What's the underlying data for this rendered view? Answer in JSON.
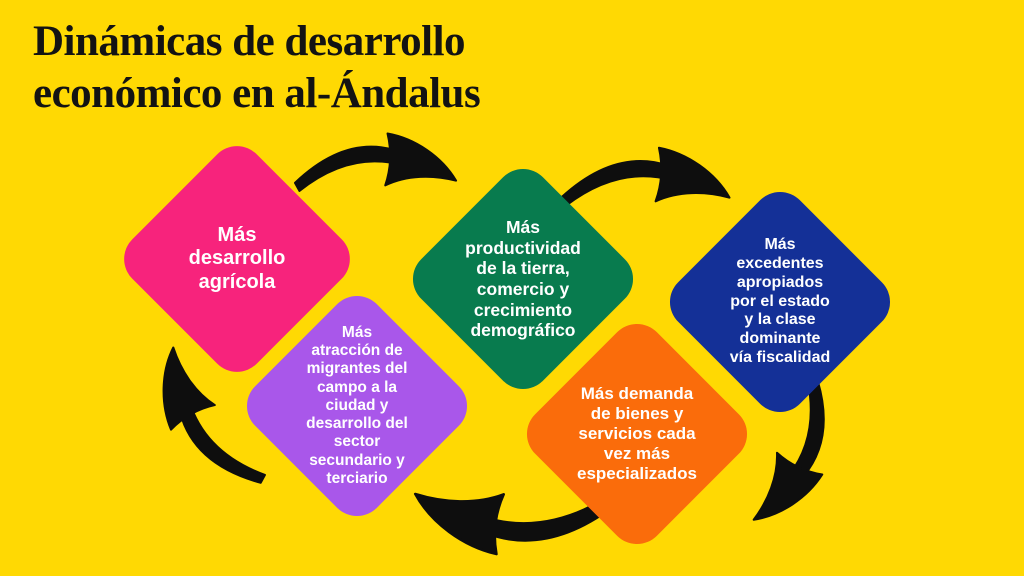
{
  "title": "Dinámicas de desarrollo\neconómico en al-Ándalus",
  "colors": {
    "background": "#FFD903",
    "arrow": "#0E0E0E",
    "title-color": "#131313",
    "node-pink": "#F7237C",
    "node-green": "#087B4E",
    "node-blue": "#143097",
    "node-purple": "#A957EA",
    "node-orange": "#FA6C0B",
    "node-text": "#FFFFFF"
  },
  "nodes": [
    {
      "name": "mas-desarrollo-agricola",
      "label": "Más\ndesarrollo\nagrícola"
    },
    {
      "name": "mas-productividad",
      "label": "Más\nproductividad\nde la tierra,\ncomercio y\ncrecimiento\ndemográfico"
    },
    {
      "name": "mas-excedentes",
      "label": "Más\nexcedentes\napropiados\npor el estado\ny la clase\ndominante\nvía fiscalidad"
    },
    {
      "name": "mas-atraccion-migrantes",
      "label": "Más\natracción de\nmigrantes del\ncampo a la\nciudad y\ndesarrollo del\nsector\nsecundario y\nterciario"
    },
    {
      "name": "mas-demanda",
      "label": "Más demanda\nde bienes y\nservicios cada\nvez más\nespecializados"
    }
  ]
}
